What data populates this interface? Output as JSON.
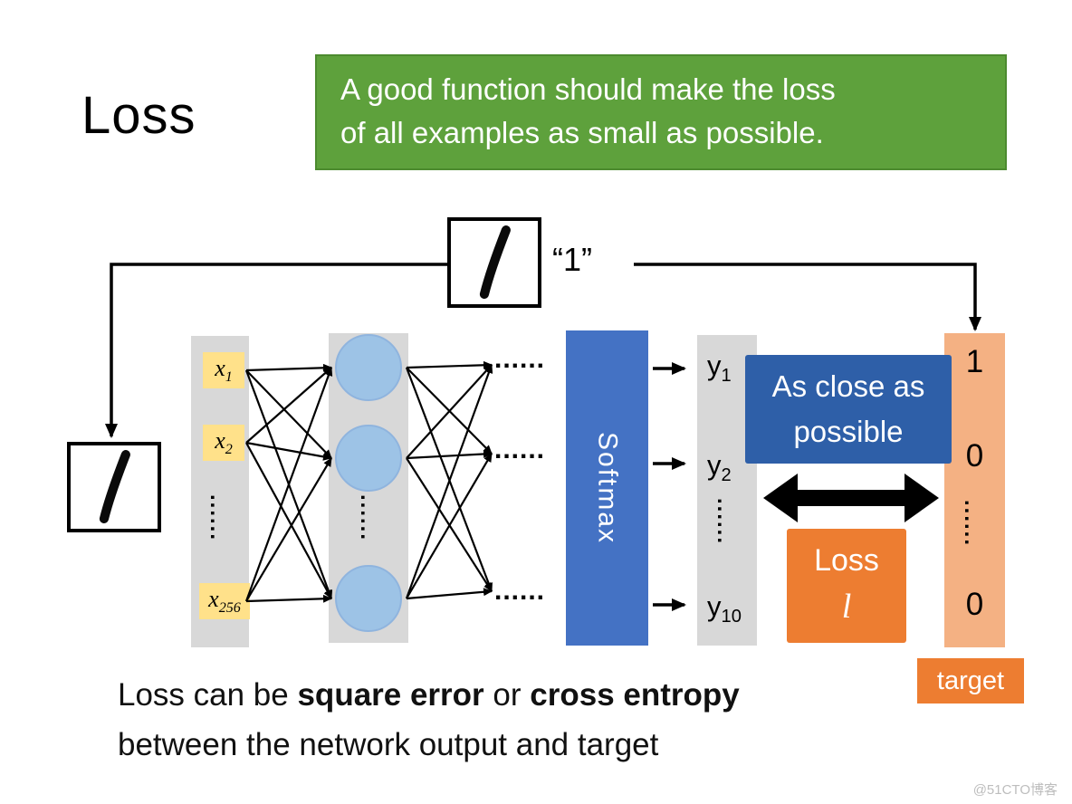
{
  "title": "Loss",
  "colors": {
    "green": "#5EA13C",
    "green_border": "#4C8A2F",
    "blue": "#4472C4",
    "dark_blue": "#2E5FA8",
    "orange": "#ED7D31",
    "salmon": "#F4B183",
    "gray_bar": "#D8D8D8",
    "node_blue": "#9DC3E6",
    "node_border": "#8FB4DE",
    "input_yellow": "#FFE18A"
  },
  "green_box": {
    "line1": "A good function should make the loss",
    "line2": "of all examples as small as possible."
  },
  "sample": {
    "label": "“1”"
  },
  "network": {
    "inputs": [
      {
        "base": "x",
        "sub": "1"
      },
      {
        "base": "x",
        "sub": "2"
      },
      {
        "base": "x",
        "sub": "256"
      }
    ],
    "input_dots": "......",
    "hidden_dots": "......",
    "edge_dots": "......",
    "softmax_label": "Softmax",
    "outputs": [
      {
        "base": "y",
        "sub": "1"
      },
      {
        "base": "y",
        "sub": "2"
      },
      {
        "base": "y",
        "sub": "10"
      }
    ],
    "output_dots": "......"
  },
  "as_close_box": {
    "line1": "As close as",
    "line2": "possible"
  },
  "loss_box": {
    "line1": "Loss",
    "line2": "l"
  },
  "target": {
    "values": [
      "1",
      "0",
      "0"
    ],
    "dots": "......",
    "label": "target"
  },
  "bottom_text": {
    "part1": "Loss can be ",
    "bold1": "square error",
    "part2": " or ",
    "bold2": "cross entropy",
    "line2": "between the network output and target"
  },
  "watermark": "@51CTO博客"
}
